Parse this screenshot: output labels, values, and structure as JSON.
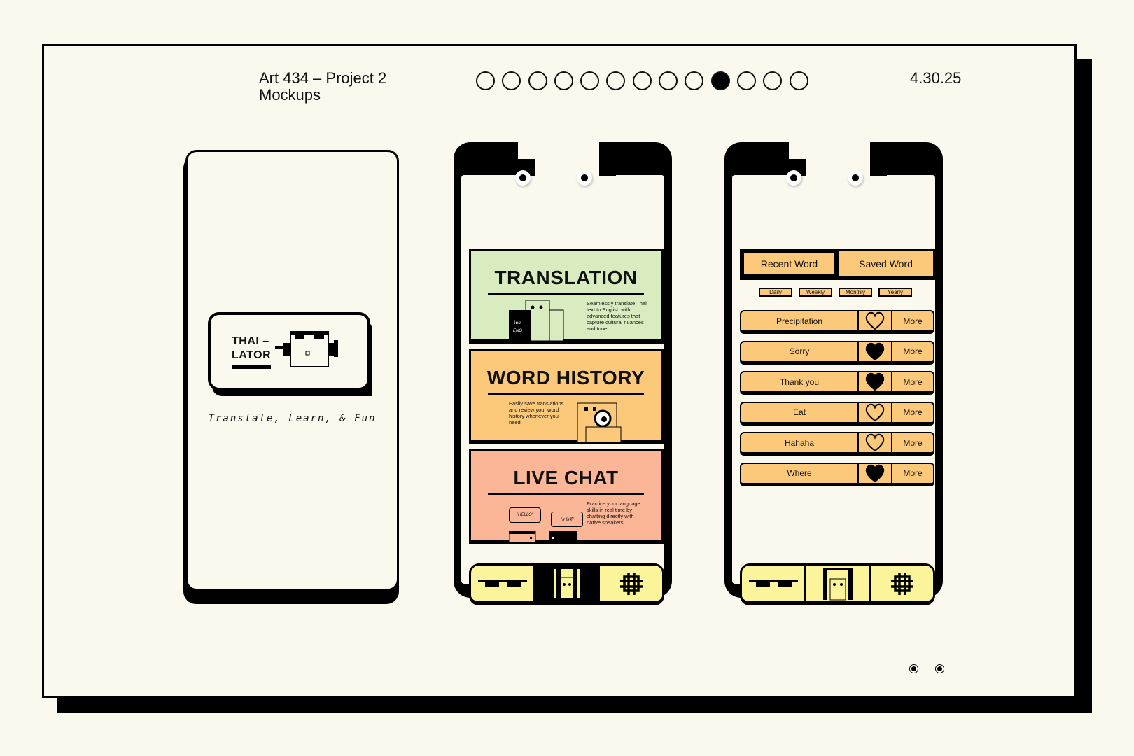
{
  "header": {
    "title_line1": "Art 434 – Project 2",
    "title_line2": "Mockups",
    "date": "4.30.25",
    "pager_total": 13,
    "pager_active": 10
  },
  "splash": {
    "logo_line1": "THAI –",
    "logo_line2": "LATOR",
    "tagline": "Translate, Learn, & Fun"
  },
  "home": {
    "cards": [
      {
        "title": "TRANSLATION",
        "desc": "Seamlessly translate Thai text to English with advanced features that capture cultural nuances and tone.",
        "color": "#d9ecbf",
        "badge1": "ไทย",
        "badge2": "ENG"
      },
      {
        "title": "WORD HISTORY",
        "desc": "Easily save translations and review your word history whenever you need.",
        "color": "#fcc97a"
      },
      {
        "title": "LIVE CHAT",
        "desc": "Practice your language skills in real time by chatting directly with native speakers.",
        "color": "#fbb597",
        "bubble1": "\"HELLO\"",
        "bubble2": "\"สวัสดี\""
      }
    ]
  },
  "history": {
    "tabs": [
      "Recent Word",
      "Saved Word"
    ],
    "filters": [
      "Daily",
      "Weekly",
      "Monthly",
      "Yearly"
    ],
    "more_label": "More",
    "words": [
      {
        "word": "Precipitation",
        "saved": false
      },
      {
        "word": "Sorry",
        "saved": true
      },
      {
        "word": "Thank you",
        "saved": true
      },
      {
        "word": "Eat",
        "saved": false
      },
      {
        "word": "Hahaha",
        "saved": false
      },
      {
        "word": "Where",
        "saved": true
      }
    ]
  },
  "colors": {
    "paper": "#fbf9ee",
    "ink": "#000000",
    "green": "#d9ecbf",
    "orange": "#fcc97a",
    "salmon": "#fbb597",
    "nav": "#fbf49a"
  },
  "icons": {
    "nav": [
      "glasses-icon",
      "face-icon",
      "grid-icon"
    ],
    "heart": "heart-icon"
  }
}
